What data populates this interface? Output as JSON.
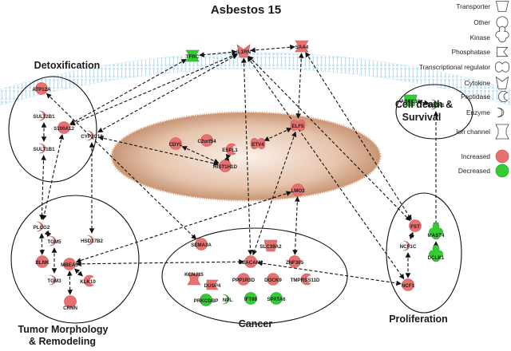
{
  "title": "Asbestos 15",
  "groups": {
    "detox": "Detoxification",
    "cell_death_1": "Cell death &",
    "cell_death_2": "Survival",
    "tumor_1": "Tumor Morphology",
    "tumor_2": "& Remodeling",
    "cancer": "Cancer",
    "proliferation": "Proliferation"
  },
  "colors": {
    "increased": "#e8716f",
    "decreased": "#33cc33",
    "membrane": "#cfe8f5",
    "nucleus": "#d9a98c"
  },
  "nodes": [
    {
      "id": "TFRC",
      "label": "TFRC",
      "shape": "ion-channel",
      "state": "decreased"
    },
    {
      "id": "IL1RN",
      "label": "IL1RN",
      "shape": "cytokine",
      "state": "increased"
    },
    {
      "id": "SAA4",
      "label": "SAA4",
      "shape": "ion-channel",
      "state": "increased"
    },
    {
      "id": "ATP12A",
      "label": "ATP12A",
      "shape": "other",
      "state": "increased"
    },
    {
      "id": "SULT2B1",
      "label": "SULT2B1",
      "shape": "enzyme",
      "state": "increased"
    },
    {
      "id": "S100A12",
      "label": "S100A12",
      "shape": "other",
      "state": "increased"
    },
    {
      "id": "CYP2C18",
      "label": "CYP2C18",
      "shape": "enzyme",
      "state": "increased"
    },
    {
      "id": "SULT1B1",
      "label": "SULT1B1",
      "shape": "enzyme",
      "state": "increased"
    },
    {
      "id": "CDYL",
      "label": "CDYL",
      "shape": "other",
      "state": "increased"
    },
    {
      "id": "C2orf54",
      "label": "C2orf54",
      "shape": "other",
      "state": "increased"
    },
    {
      "id": "ESPL1",
      "label": "ESPL1",
      "shape": "peptidase",
      "state": "increased"
    },
    {
      "id": "ETV4",
      "label": "ETV4",
      "shape": "transcriptional-regulator",
      "state": "increased"
    },
    {
      "id": "ELF5",
      "label": "ELF5",
      "shape": "transcriptional-regulator",
      "state": "increased"
    },
    {
      "id": "HIST1H1D",
      "label": "HIST1H1D",
      "shape": "other",
      "state": "increased"
    },
    {
      "id": "LMO3",
      "label": "LMO3",
      "shape": "other",
      "state": "increased"
    },
    {
      "id": "ABCC10",
      "label": "ABCC10",
      "shape": "transporter",
      "state": "decreased"
    },
    {
      "id": "RBCK1",
      "label": "RBCK1",
      "shape": "enzyme",
      "state": "decreased"
    },
    {
      "id": "PLCG2",
      "label": "PLCG2",
      "shape": "enzyme",
      "state": "increased"
    },
    {
      "id": "TGM5",
      "label": "TGM5",
      "shape": "enzyme",
      "state": "increased"
    },
    {
      "id": "HSD17B2",
      "label": "HSD17B2",
      "shape": "enzyme",
      "state": "increased"
    },
    {
      "id": "BLNK",
      "label": "BLNK",
      "shape": "other",
      "state": "increased"
    },
    {
      "id": "MBD3L4",
      "label": "MBEA5",
      "shape": "other",
      "state": "increased"
    },
    {
      "id": "TGM3",
      "label": "TGM3",
      "shape": "enzyme",
      "state": "increased"
    },
    {
      "id": "KLK10",
      "label": "KLK10",
      "shape": "peptidase",
      "state": "increased"
    },
    {
      "id": "CRNN",
      "label": "CRNN",
      "shape": "other",
      "state": "increased"
    },
    {
      "id": "SEMA3A",
      "label": "SEMA3A",
      "shape": "other",
      "state": "increased"
    },
    {
      "id": "SLC39A2",
      "label": "SLC39A2",
      "shape": "transporter",
      "state": "increased"
    },
    {
      "id": "CEACAM1",
      "label": "CEACAM1",
      "shape": "other",
      "state": "increased"
    },
    {
      "id": "ZNF365",
      "label": "ZNF365",
      "shape": "other",
      "state": "increased"
    },
    {
      "id": "KCNJ15",
      "label": "KCNJ15",
      "shape": "ion-channel",
      "state": "increased"
    },
    {
      "id": "DUSP4",
      "label": "DUSP4",
      "shape": "phosphatase",
      "state": "increased"
    },
    {
      "id": "PPP1R3D",
      "label": "PPP1R3D",
      "shape": "other",
      "state": "increased"
    },
    {
      "id": "DOCK9",
      "label": "DOCK9",
      "shape": "other",
      "state": "increased"
    },
    {
      "id": "TMPRSS11D",
      "label": "TMPRSS11D",
      "shape": "peptidase",
      "state": "increased"
    },
    {
      "id": "PRKCDBP",
      "label": "PRKCDBP",
      "shape": "other",
      "state": "decreased"
    },
    {
      "id": "NPL",
      "label": "NPL",
      "shape": "enzyme",
      "state": "decreased"
    },
    {
      "id": "IFT88",
      "label": "IFT88",
      "shape": "other",
      "state": "decreased"
    },
    {
      "id": "SPATA6",
      "label": "SPATA6",
      "shape": "other",
      "state": "decreased"
    },
    {
      "id": "FST",
      "label": "FST",
      "shape": "other",
      "state": "increased"
    },
    {
      "id": "NCF1C",
      "label": "NCF1C",
      "shape": "enzyme",
      "state": "increased"
    },
    {
      "id": "MAST4",
      "label": "MAST4",
      "shape": "kinase",
      "state": "decreased"
    },
    {
      "id": "DCLK1",
      "label": "DCLK1",
      "shape": "kinase",
      "state": "decreased"
    },
    {
      "id": "NCF1",
      "label": "NCF1",
      "shape": "other",
      "state": "increased"
    }
  ],
  "edges": [
    [
      "IL1RN",
      "SAA4"
    ],
    [
      "IL1RN",
      "TFRC"
    ],
    [
      "IL1RN",
      "S100A12"
    ],
    [
      "IL1RN",
      "CYP2C18"
    ],
    [
      "IL1RN",
      "CEACAM1"
    ],
    [
      "IL1RN",
      "FST"
    ],
    [
      "IL1RN",
      "NCF1"
    ],
    [
      "SAA4",
      "ELF5"
    ],
    [
      "SAA4",
      "FST"
    ],
    [
      "TFRC",
      "S100A12"
    ],
    [
      "S100A12",
      "PLCG2"
    ],
    [
      "SULT2B1",
      "SULT1B1"
    ],
    [
      "SULT1B1",
      "PLCG2"
    ],
    [
      "CYP2C18",
      "HSD17B2"
    ],
    [
      "CYP2C18",
      "HIST1H1D"
    ],
    [
      "CDYL",
      "HIST1H1D"
    ],
    [
      "ESPL1",
      "HIST1H1D"
    ],
    [
      "ELF5",
      "ETV4"
    ],
    [
      "ELF5",
      "CEACAM1"
    ],
    [
      "LMO3",
      "ZNF365"
    ],
    [
      "LMO3",
      "MBD3L4"
    ],
    [
      "ABCC10",
      "RBCK1"
    ],
    [
      "RBCK1",
      "MAST4"
    ],
    [
      "PLCG2",
      "BLNK"
    ],
    [
      "PLCG2",
      "TGM5"
    ],
    [
      "MBD3L4",
      "KLK10"
    ],
    [
      "MBD3L4",
      "CRNN"
    ],
    [
      "MBD3L4",
      "CEACAM1"
    ],
    [
      "ATP12A",
      "SEMA3A"
    ],
    [
      "CEACAM1",
      "NCF1"
    ],
    [
      "FST",
      "NCF1C"
    ],
    [
      "NCF1C",
      "NCF1"
    ],
    [
      "MAST4",
      "DCLK1"
    ],
    [
      "TGM5",
      "TGM3"
    ]
  ],
  "legend": [
    {
      "label": "Transporter",
      "icon": "transporter-icon"
    },
    {
      "label": "Other",
      "icon": "other-icon"
    },
    {
      "label": "Kinase",
      "icon": "kinase-icon"
    },
    {
      "label": "Phosphatase",
      "icon": "phosphatase-icon"
    },
    {
      "label": "Transcriptional regulator",
      "icon": "transcriptional-regulator-icon"
    },
    {
      "label": "Cytokine",
      "icon": "cytokine-icon"
    },
    {
      "label": "Peptidase",
      "icon": "peptidase-icon"
    },
    {
      "label": "Enzyme",
      "icon": "enzyme-icon"
    },
    {
      "label": "Ion channel",
      "icon": "ion-channel-icon"
    },
    {
      "label": "Increased",
      "icon": "increased-swatch"
    },
    {
      "label": "Decreased",
      "icon": "decreased-swatch"
    }
  ]
}
